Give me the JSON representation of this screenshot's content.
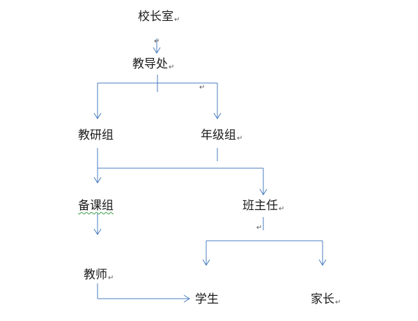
{
  "chart": {
    "title": "",
    "line_color": "#4a7cbf",
    "nodes": {
      "principal": {
        "label": "校长室",
        "mark": "↵"
      },
      "academic_office": {
        "label": "教导处",
        "mark": "↵"
      },
      "research_group": {
        "label": "教研组",
        "mark": ""
      },
      "grade_group": {
        "label": "年级组",
        "mark": "↵"
      },
      "lesson_prep_group": {
        "label": "备课组",
        "mark": ""
      },
      "head_teacher": {
        "label": "班主任",
        "mark": "↵"
      },
      "teacher": {
        "label": "教师",
        "mark": "↵"
      },
      "student": {
        "label": "学生",
        "mark": ""
      },
      "parent": {
        "label": "家长",
        "mark": "↵"
      }
    },
    "stray_marks": [
      "↵",
      "↵",
      "↵"
    ]
  }
}
